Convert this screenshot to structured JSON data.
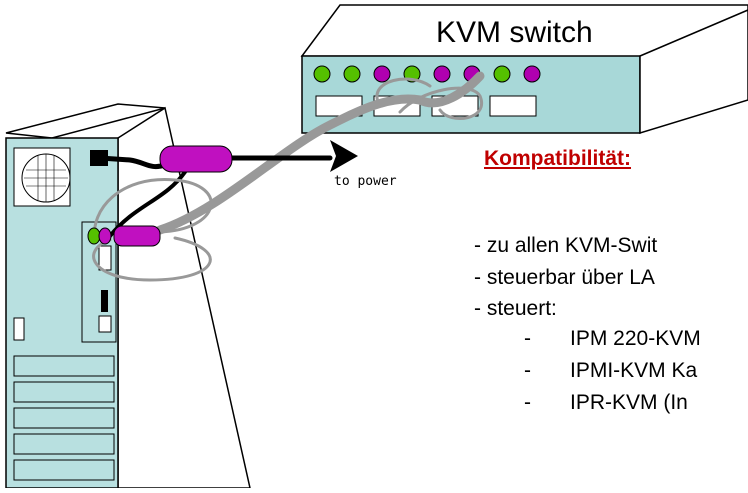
{
  "kvm_label": "KVM switch",
  "to_power": "to power",
  "heading": "Kompatibilität:",
  "bullets": [
    "- zu allen KVM-Swit",
    "- steuerbar über LA",
    "- steuert:"
  ],
  "sub_items": [
    "IPM 220-KVM",
    "IPMI-KVM Ka",
    "IPR-KVM (In"
  ],
  "sub_dash": "-",
  "colors": {
    "heading": "#c00000",
    "led_green": "#55c000",
    "led_magenta": "#b000b0",
    "switch_front": "#a8d8d8",
    "tower_front": "#b8e0e0",
    "cable_grey": "#999999",
    "plug_magenta": "#c010c0"
  }
}
